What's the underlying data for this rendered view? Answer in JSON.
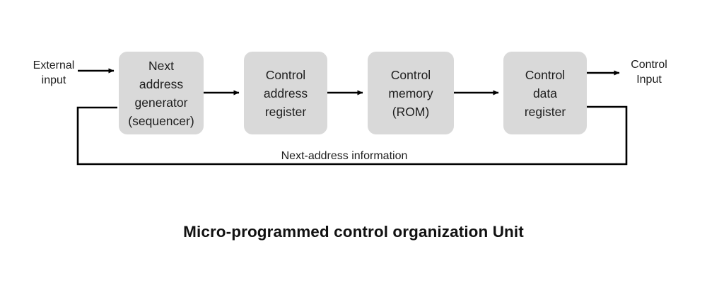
{
  "title": "Micro-programmed control organization Unit",
  "colors": {
    "box_fill": "#d9d9d9",
    "text": "#1e1e1e",
    "line": "#000000",
    "background": "#ffffff"
  },
  "boxes": [
    {
      "id": "next-address-generator",
      "text": "Next\naddress\ngenerator\n(sequencer)"
    },
    {
      "id": "control-address-register",
      "text": "Control\naddress\nregister"
    },
    {
      "id": "control-memory-rom",
      "text": "Control\nmemory\n(ROM)"
    },
    {
      "id": "control-data-register",
      "text": "Control\ndata\nregister"
    }
  ],
  "labels": {
    "external_input": "External\ninput",
    "control_input": "Control\nInput",
    "feedback": "Next-address information"
  }
}
